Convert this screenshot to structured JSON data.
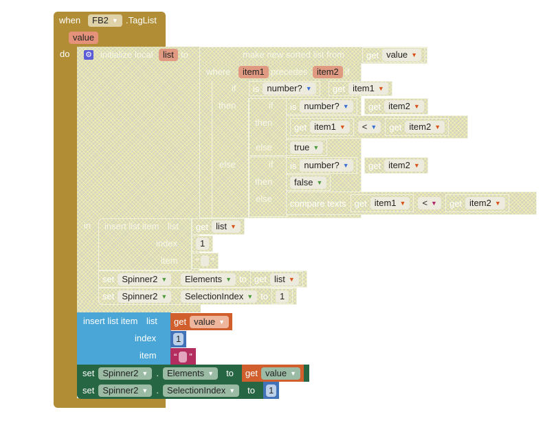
{
  "event": {
    "when": "when",
    "component": "FB2",
    "event": ".TagList",
    "param": "value",
    "do": "do"
  },
  "labels": {
    "get": "get",
    "if": "if",
    "then": "then",
    "else": "else",
    "is": "is",
    "set": "set",
    "to": "to",
    "in": "in",
    "lt": "<",
    "quote_open": "“",
    "quote_close": "”"
  },
  "init": {
    "label": "initialize local",
    "var": "list"
  },
  "sort": {
    "title": "make new sorted list from",
    "source": "value",
    "where": "where",
    "item1": "item1",
    "precedes": "precedes",
    "item2": "item2"
  },
  "preds": {
    "is_number": "number?",
    "true": "true",
    "false": "false",
    "compare_texts": "compare texts"
  },
  "insert": {
    "label": "insert list item",
    "list": "list",
    "index": "index",
    "item": "item",
    "index_value": "1",
    "list_var": "list",
    "value_var": "value"
  },
  "setters": {
    "component": "Spinner2",
    "dot": ".",
    "elements": "Elements",
    "selection_index": "SelectionIndex",
    "index_value": "1"
  }
}
